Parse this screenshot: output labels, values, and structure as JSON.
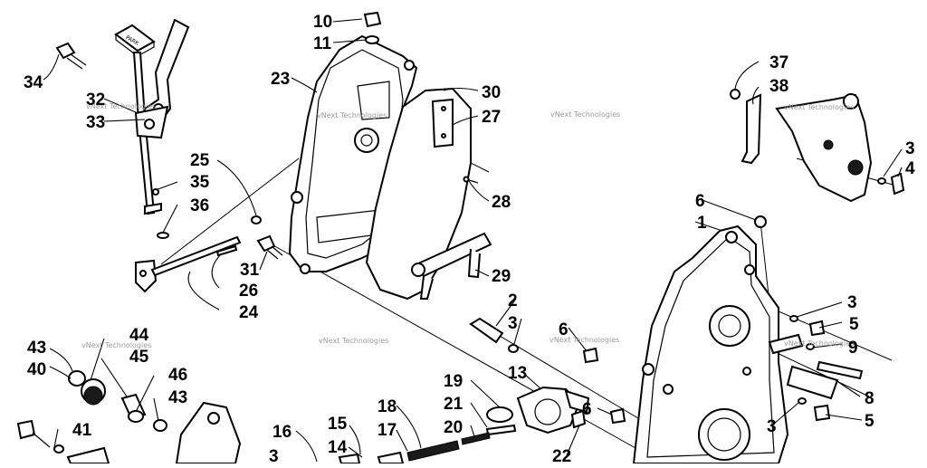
{
  "watermark": "vNext Technologies",
  "callouts": [
    {
      "id": "c1",
      "text": "1"
    },
    {
      "id": "c2",
      "text": "2"
    },
    {
      "id": "c3a",
      "text": "3"
    },
    {
      "id": "c3b",
      "text": "3"
    },
    {
      "id": "c3c",
      "text": "3"
    },
    {
      "id": "c3d",
      "text": "3"
    },
    {
      "id": "c3e",
      "text": "3"
    },
    {
      "id": "c4",
      "text": "4"
    },
    {
      "id": "c5a",
      "text": "5"
    },
    {
      "id": "c5b",
      "text": "5"
    },
    {
      "id": "c6a",
      "text": "6"
    },
    {
      "id": "c6b",
      "text": "6"
    },
    {
      "id": "c6c",
      "text": "6"
    },
    {
      "id": "c8",
      "text": "8"
    },
    {
      "id": "c9",
      "text": "9"
    },
    {
      "id": "c10",
      "text": "10"
    },
    {
      "id": "c11",
      "text": "11"
    },
    {
      "id": "c13",
      "text": "13"
    },
    {
      "id": "c14",
      "text": "14"
    },
    {
      "id": "c15",
      "text": "15"
    },
    {
      "id": "c16",
      "text": "16"
    },
    {
      "id": "c17",
      "text": "17"
    },
    {
      "id": "c18",
      "text": "18"
    },
    {
      "id": "c19",
      "text": "19"
    },
    {
      "id": "c20",
      "text": "20"
    },
    {
      "id": "c21",
      "text": "21"
    },
    {
      "id": "c22",
      "text": "22"
    },
    {
      "id": "c23",
      "text": "23"
    },
    {
      "id": "c24",
      "text": "24"
    },
    {
      "id": "c25",
      "text": "25"
    },
    {
      "id": "c26",
      "text": "26"
    },
    {
      "id": "c27",
      "text": "27"
    },
    {
      "id": "c28",
      "text": "28"
    },
    {
      "id": "c29",
      "text": "29"
    },
    {
      "id": "c30",
      "text": "30"
    },
    {
      "id": "c31",
      "text": "31"
    },
    {
      "id": "c32",
      "text": "32"
    },
    {
      "id": "c33",
      "text": "33"
    },
    {
      "id": "c34",
      "text": "34"
    },
    {
      "id": "c35",
      "text": "35"
    },
    {
      "id": "c36",
      "text": "36"
    },
    {
      "id": "c37",
      "text": "37"
    },
    {
      "id": "c38",
      "text": "38"
    },
    {
      "id": "c40",
      "text": "40"
    },
    {
      "id": "c41",
      "text": "41"
    },
    {
      "id": "c43a",
      "text": "43"
    },
    {
      "id": "c43b",
      "text": "43"
    },
    {
      "id": "c44",
      "text": "44"
    },
    {
      "id": "c45",
      "text": "45"
    },
    {
      "id": "c46",
      "text": "46"
    }
  ],
  "lever_knob_label": "PARK"
}
